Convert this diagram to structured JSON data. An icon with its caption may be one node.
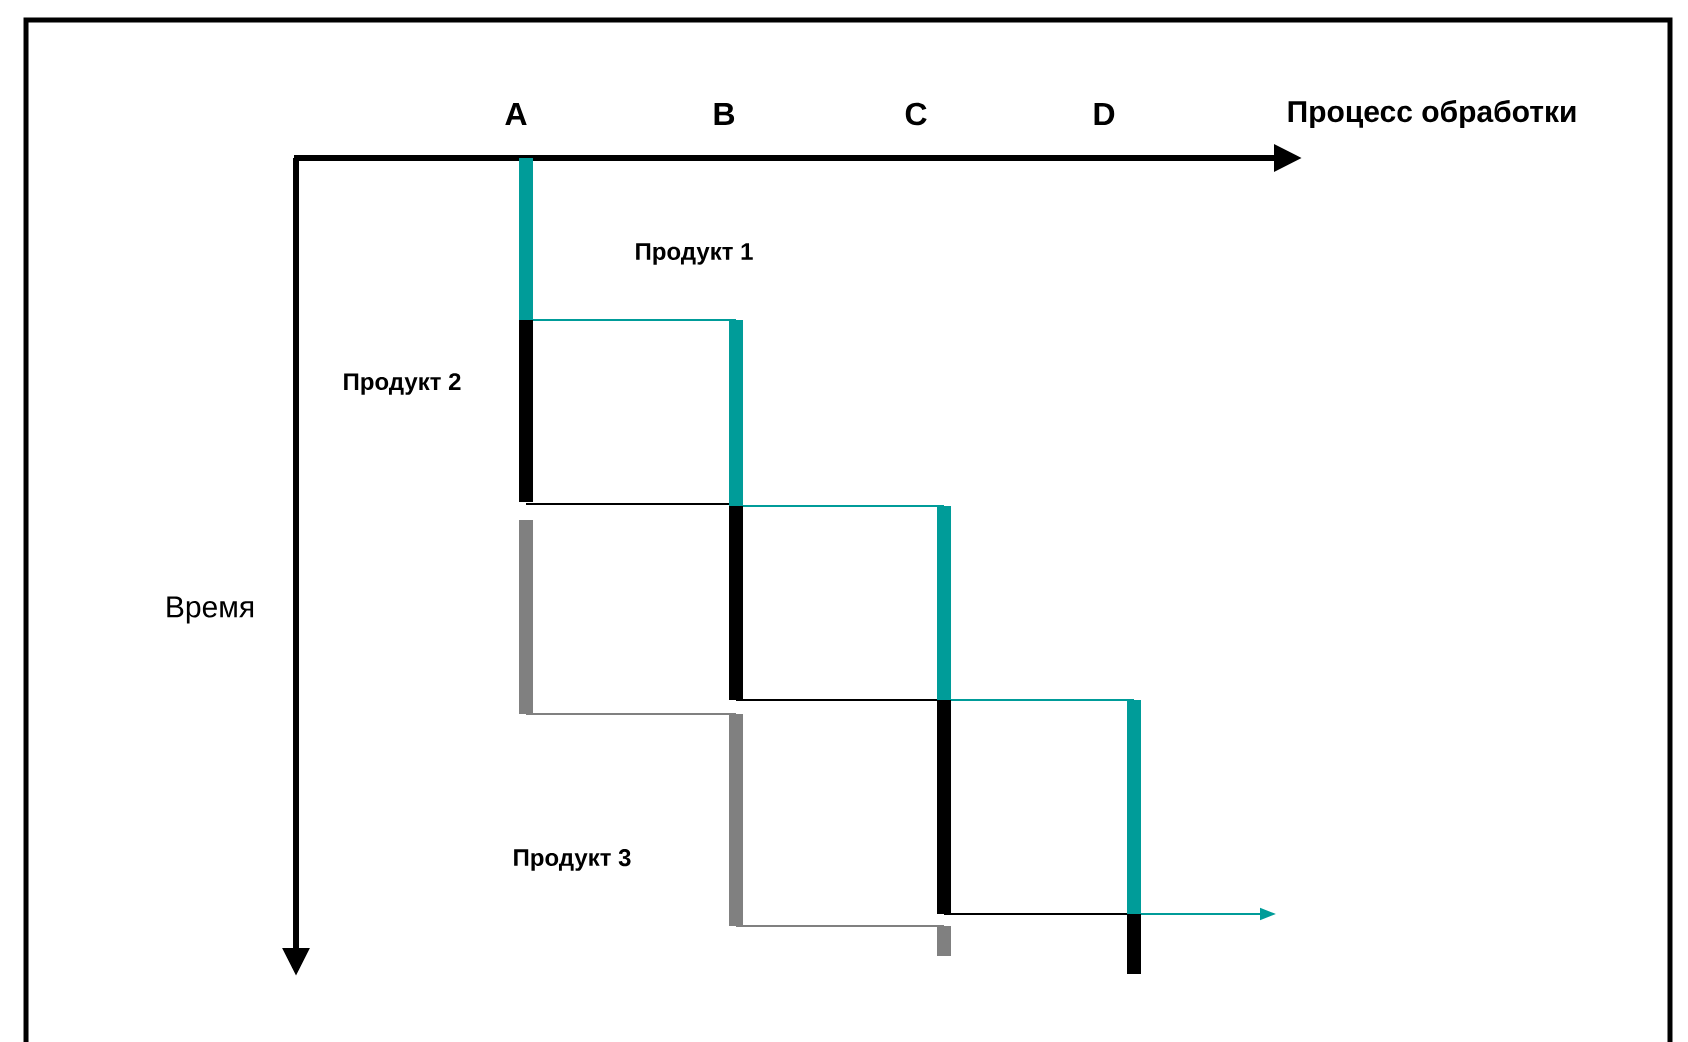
{
  "diagram": {
    "labels": [
      "A",
      "B",
      "C",
      "D",
      "Процесс обработки",
      "Продукт 1",
      "Продукт 2",
      "Время",
      "Продукт 3"
    ]
  }
}
